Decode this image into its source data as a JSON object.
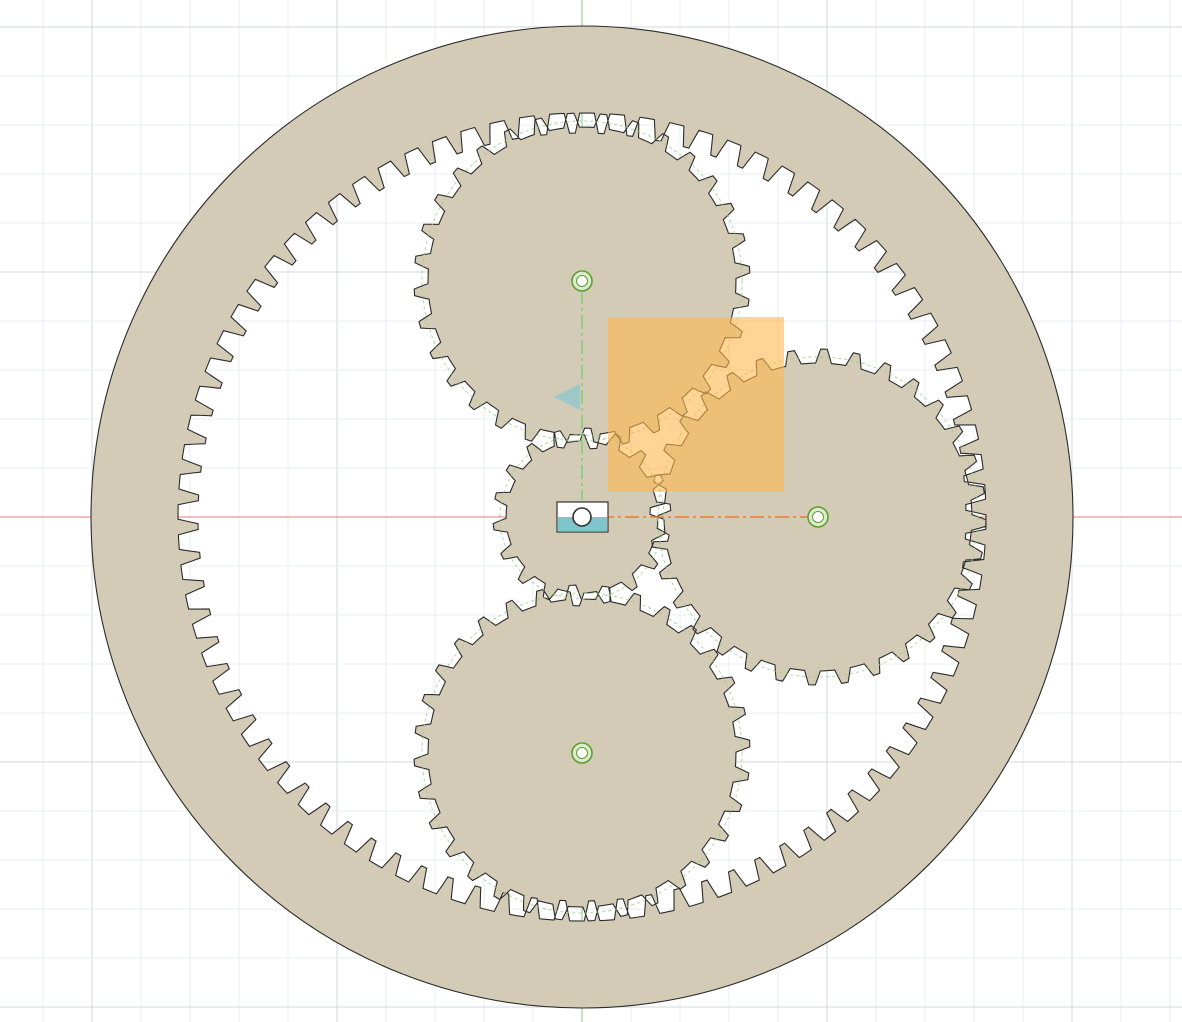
{
  "app": {
    "view": "sketch-canvas"
  },
  "colors": {
    "background": "#ffffff",
    "grid_minor": "#e9edf0",
    "grid_major": "#d3d8dc",
    "body_fill": "#d4cbb6",
    "body_stroke": "#2b2b2b",
    "pitch_circle": "#9ccf7e",
    "axis_x": "#e87b7b",
    "axis_y": "#7fcf7f",
    "point_outline": "#5aa02c",
    "point_fill": "#ffffff",
    "dimension_line": "#f07a2a",
    "highlight": "#ffb84d",
    "origin_teal": "#7ec6cc",
    "triad_arrow": "#8cc7cc"
  },
  "model": {
    "ring_gear": {
      "teeth": 84
    },
    "sun_gear": {
      "teeth": 18
    },
    "planet_gears": [
      {
        "name": "top",
        "teeth": 32
      },
      {
        "name": "right",
        "teeth": 32
      },
      {
        "name": "bottom",
        "teeth": 32
      }
    ]
  },
  "icons": {
    "origin": "origin-icon",
    "center_point": "center-point-icon",
    "triad_arrow": "triad-arrow-icon"
  }
}
